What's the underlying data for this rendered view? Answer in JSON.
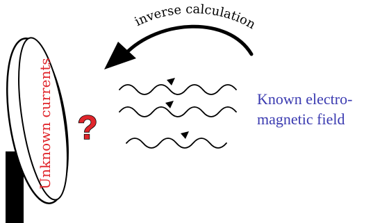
{
  "labels": {
    "arrow_label": "inverse calculation",
    "antenna_label": "Unknown currents",
    "question_mark": "?",
    "field_label_line1": "Known electro-",
    "field_label_line2": "magnetic field"
  },
  "colors": {
    "ink": "#000000",
    "unknown_red": "#e0262c",
    "known_blue": "#3a3ab0"
  },
  "icons": {
    "arrow_head": "filled-triangle",
    "wave_arrow": "small-arrowhead"
  }
}
